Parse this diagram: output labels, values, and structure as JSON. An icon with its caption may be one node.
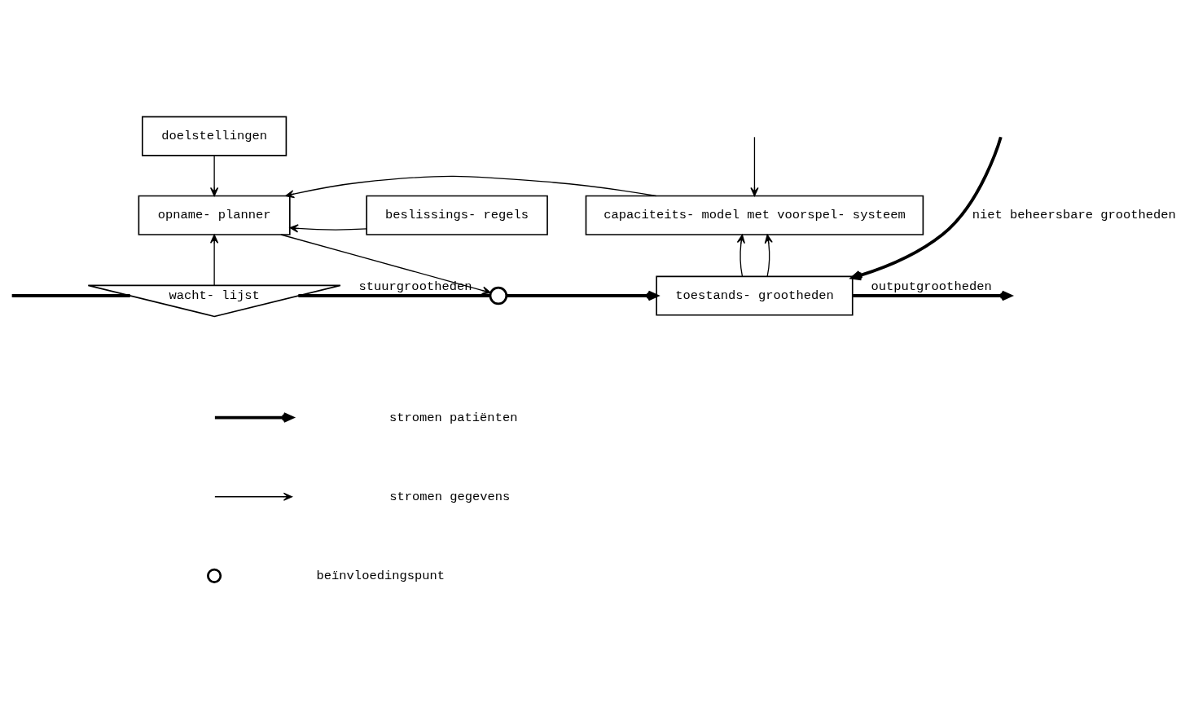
{
  "diagram": {
    "nodes": [
      {
        "text": [
          "doelstellingen"
        ]
      },
      {
        "text": [
          "beslissings- regels"
        ]
      },
      {
        "text": [
          "opname- planner"
        ]
      },
      {
        "text": [
          "capaciteits- model met voorspel- systeem"
        ]
      },
      {
        "text": [
          "wacht- lijst"
        ]
      },
      {
        "text": [],
        "shape": "circle"
      },
      {
        "text": [
          "toestands- grootheden"
        ]
      }
    ],
    "edges": [
      {
        "from": 0,
        "to": 2,
        "arrow": "to"
      },
      {
        "from": 1,
        "to": 2,
        "arrow": "to"
      },
      {
        "from": 4,
        "to": 2,
        "arrow": "to"
      },
      {
        "from": 3,
        "to": 2,
        "arrow": "to"
      },
      {
        "from": 2,
        "to": 5,
        "arrow": "to"
      },
      {
        "from": null,
        "to": 4,
        "arrow": "none",
        "style": "thick"
      },
      {
        "from": 4,
        "to": 5,
        "arrow": "none",
        "style": "thick",
        "label": "stuurgrootheden"
      },
      {
        "from": 5,
        "to": 6,
        "arrow": "to",
        "style": "thick"
      },
      {
        "from": null,
        "to": 6,
        "arrow": "to",
        "style": "thick",
        "label": "niet beheersbare grootheden"
      },
      {
        "from": null,
        "to": 3,
        "arrow": "to"
      },
      {
        "from": 6,
        "to": 3,
        "arrow": "to"
      },
      {
        "from": 6,
        "to": 3,
        "arrow": "to"
      },
      {
        "from": 6,
        "to": null,
        "arrow": "to",
        "style": "thick",
        "label": "outputgrootheden"
      }
    ],
    "legend": [
      {
        "text": "stromen patiënten"
      },
      {
        "text": "stromen gegevens"
      },
      {
        "text": "beïnvloedingspunt"
      }
    ]
  }
}
